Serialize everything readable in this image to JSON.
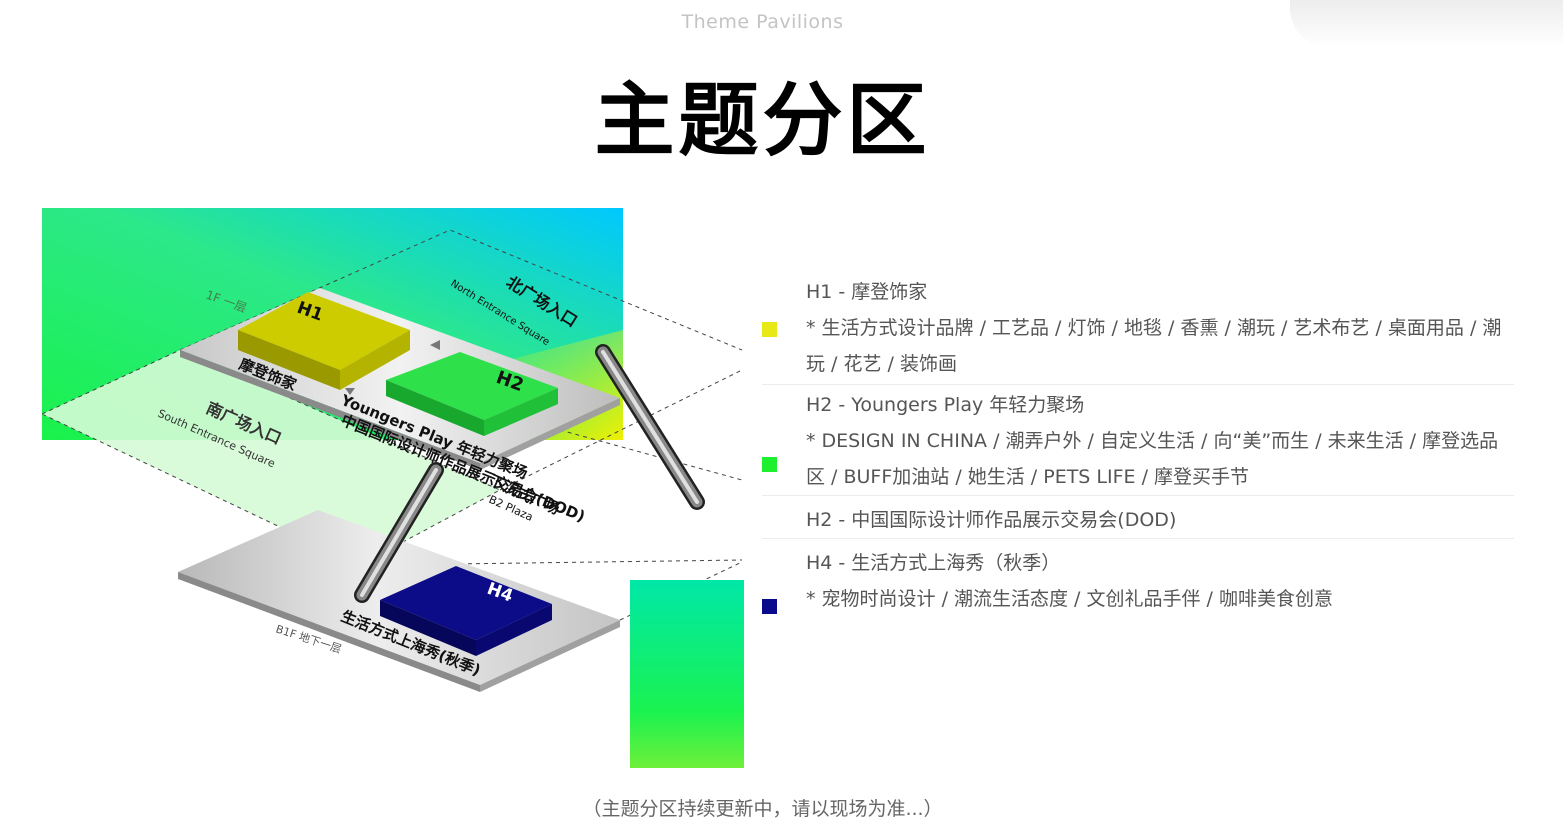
{
  "header": {
    "subtitle": "Theme Pavilions",
    "title": "主题分区"
  },
  "diagram": {
    "floor_1f": "1F 一层",
    "floor_b1f": "B1F 地下一层",
    "north_entrance_cn": "北广场入口",
    "north_entrance_en": "North Entrance Square",
    "south_entrance_cn": "南广场入口",
    "south_entrance_en": "South Entrance Square",
    "b2_plaza_cn": "下沉式广场",
    "b2_plaza_en": "B2 Plaza",
    "h1_tag": "H1",
    "h1_name": "摩登饰家",
    "h2_tag": "H2",
    "h2_name_line1": "Youngers Play 年轻力聚场",
    "h2_name_line2": "中国国际设计师作品展示交易会(DOD)",
    "h4_tag": "H4",
    "h4_name": "生活方式上海秀(秋季)",
    "colors": {
      "h1": "#d4d400",
      "h2": "#22e23e",
      "h4": "#0a0a8c",
      "gradient_start": "#1af04a",
      "gradient_end": "#00c9ff"
    }
  },
  "legend": {
    "items": [
      {
        "color": "#e8e817",
        "heading": "H1 - 摩登饰家",
        "desc": "* 生活方式设计品牌 / 工艺品 / 灯饰 / 地毯 / 香熏 / 潮玩 / 艺术布艺 / 桌面用品 / 潮玩 / 花艺 / 装饰画"
      },
      {
        "color": "#1ef030",
        "heading": "H2 - Youngers Play 年轻力聚场",
        "desc": "* DESIGN IN CHINA / 潮弄户外 / 自定义生活 / 向“美”而生 / 未来生活 / 摩登选品区 / BUFF加油站 / 她生活 / PETS LIFE / 摩登买手节"
      },
      {
        "color": "",
        "heading": "H2 - 中国国际设计师作品展示交易会(DOD)",
        "desc": ""
      },
      {
        "color": "#0a0a8c",
        "heading": "H4 - 生活方式上海秀（秋季）",
        "desc": "* 宠物时尚设计 / 潮流生活态度 / 文创礼品手伴 / 咖啡美食创意"
      }
    ]
  },
  "footer": {
    "note": "（主题分区持续更新中，请以现场为准...）"
  }
}
